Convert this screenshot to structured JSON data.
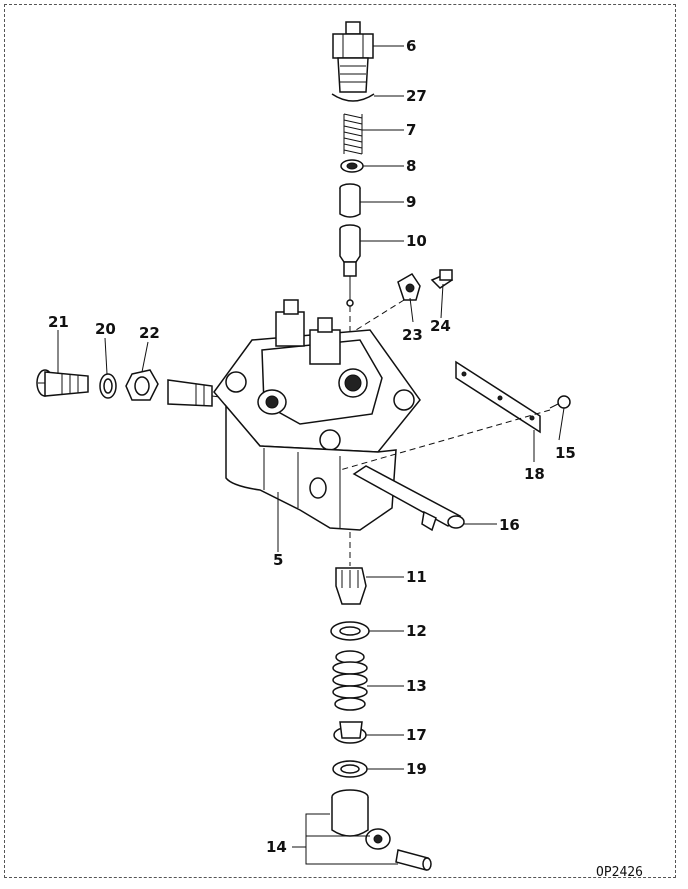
{
  "diagram": {
    "drawing_code": "OP2426",
    "callouts": [
      {
        "id": "6",
        "text": "6"
      },
      {
        "id": "27",
        "text": "27"
      },
      {
        "id": "7",
        "text": "7"
      },
      {
        "id": "8",
        "text": "8"
      },
      {
        "id": "9",
        "text": "9"
      },
      {
        "id": "10",
        "text": "10"
      },
      {
        "id": "23",
        "text": "23"
      },
      {
        "id": "24",
        "text": "24"
      },
      {
        "id": "21",
        "text": "21"
      },
      {
        "id": "20",
        "text": "20"
      },
      {
        "id": "22",
        "text": "22"
      },
      {
        "id": "15",
        "text": "15"
      },
      {
        "id": "18",
        "text": "18"
      },
      {
        "id": "16",
        "text": "16"
      },
      {
        "id": "5",
        "text": "5"
      },
      {
        "id": "11",
        "text": "11"
      },
      {
        "id": "12",
        "text": "12"
      },
      {
        "id": "13",
        "text": "13"
      },
      {
        "id": "17",
        "text": "17"
      },
      {
        "id": "19",
        "text": "19"
      },
      {
        "id": "14",
        "text": "14"
      }
    ]
  }
}
